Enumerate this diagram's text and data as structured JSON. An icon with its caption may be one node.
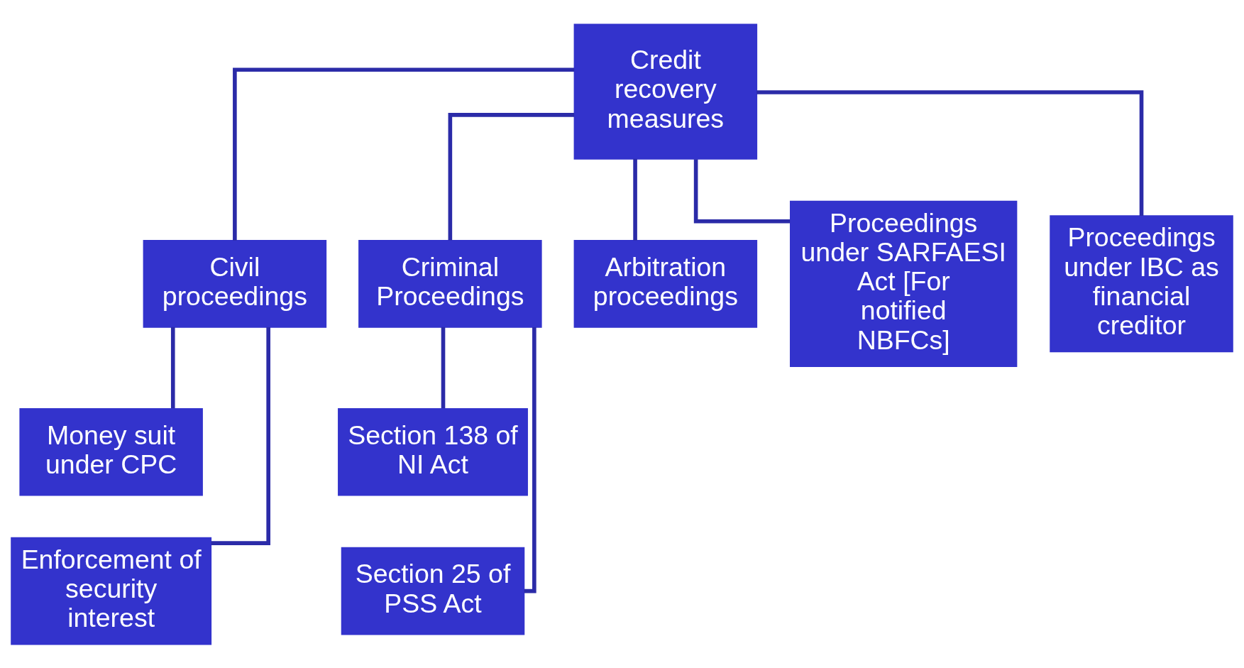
{
  "diagram": {
    "nodes": [
      {
        "text": [
          "Credit recovery measures"
        ]
      },
      {
        "text": [
          "Civil proceedings"
        ]
      },
      {
        "text": [
          "Criminal Proceedings"
        ]
      },
      {
        "text": [
          "Arbitration proceedings"
        ]
      },
      {
        "text": [
          "Proceedings under SARFAESI Act [For notified NBFCs]"
        ]
      },
      {
        "text": [
          "Proceedings under IBC as financial creditor"
        ]
      },
      {
        "text": [
          "Money suit under CPC"
        ]
      },
      {
        "text": [
          "Enforcement of security interest"
        ]
      },
      {
        "text": [
          "Section 138 of NI Act"
        ]
      },
      {
        "text": [
          "Section 25 of PSS Act"
        ]
      }
    ],
    "edges": [
      {
        "from": 0,
        "to": 1,
        "arrow": "none"
      },
      {
        "from": 0,
        "to": 2,
        "arrow": "none"
      },
      {
        "from": 0,
        "to": 3,
        "arrow": "none"
      },
      {
        "from": 0,
        "to": 4,
        "arrow": "none"
      },
      {
        "from": 0,
        "to": 5,
        "arrow": "none"
      },
      {
        "from": 1,
        "to": 6,
        "arrow": "none"
      },
      {
        "from": 1,
        "to": 7,
        "arrow": "none"
      },
      {
        "from": 2,
        "to": 8,
        "arrow": "none"
      },
      {
        "from": 2,
        "to": 9,
        "arrow": "none"
      }
    ]
  }
}
